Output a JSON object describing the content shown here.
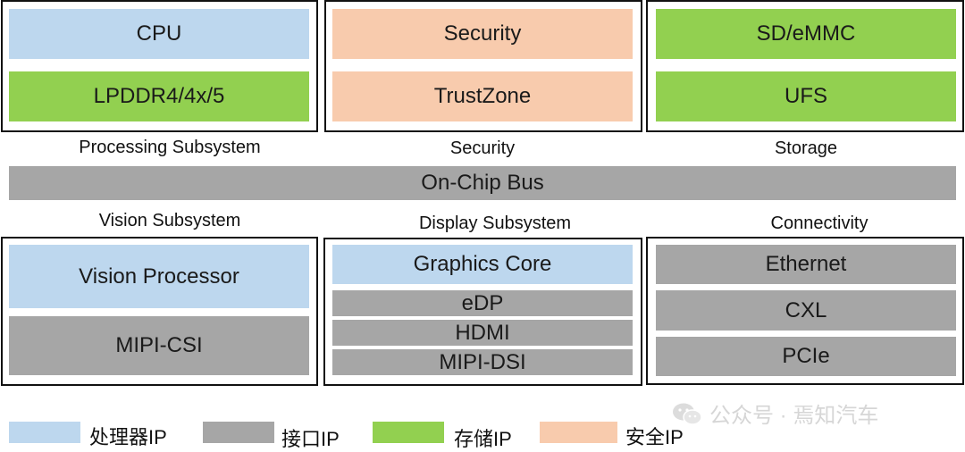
{
  "top_groups": [
    {
      "caption": "Processing Subsystem",
      "blocks": [
        "CPU",
        "LPDDR4/4x/5"
      ]
    },
    {
      "caption": "Security",
      "blocks": [
        "Security",
        "TrustZone"
      ]
    },
    {
      "caption": "Storage",
      "blocks": [
        "SD/eMMC",
        "UFS"
      ]
    }
  ],
  "bus": {
    "label": "On-Chip Bus"
  },
  "bottom_groups": [
    {
      "caption": "Vision Subsystem",
      "blocks": [
        "Vision Processor",
        "MIPI-CSI"
      ]
    },
    {
      "caption": "Display Subsystem",
      "blocks": [
        "Graphics Core",
        "eDP",
        "HDMI",
        "MIPI-DSI"
      ]
    },
    {
      "caption": "Connectivity",
      "blocks": [
        "Ethernet",
        "CXL",
        "PCIe"
      ]
    }
  ],
  "legend": [
    {
      "label": "处理器IP",
      "color": "#bdd7ee"
    },
    {
      "label": "接口IP",
      "color": "#a6a6a6"
    },
    {
      "label": "存储IP",
      "color": "#92d050"
    },
    {
      "label": "安全IP",
      "color": "#f8cbad"
    }
  ],
  "watermark": {
    "text": "公众号 · 焉知汽车",
    "icon": "wechat-icon"
  }
}
